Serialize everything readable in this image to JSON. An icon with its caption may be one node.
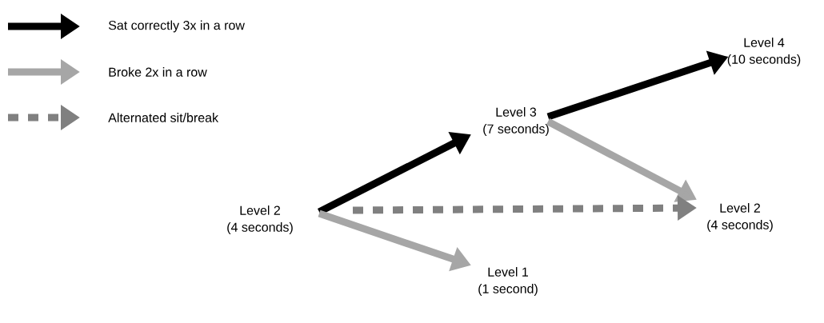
{
  "diagram": {
    "nodes": [
      {
        "text": [
          "Level 2",
          "(4 seconds)"
        ]
      },
      {
        "text": [
          "Level 3",
          "(7 seconds)"
        ]
      },
      {
        "text": [
          "Level 4",
          "(10 seconds)"
        ]
      },
      {
        "text": [
          "Level 2",
          "(4 seconds)"
        ]
      },
      {
        "text": [
          "Level 1",
          "(1 second)"
        ]
      }
    ],
    "edges": [
      {
        "from": 0,
        "to": 1,
        "arrow": "to",
        "color": "#000000"
      },
      {
        "from": 1,
        "to": 2,
        "arrow": "to",
        "color": "#000000"
      },
      {
        "from": 1,
        "to": 3,
        "arrow": "to",
        "color": "#a6a6a6"
      },
      {
        "from": 0,
        "to": 3,
        "arrow": "to",
        "style": "dashed",
        "color": "#808080"
      },
      {
        "from": 0,
        "to": 4,
        "arrow": "to",
        "color": "#a6a6a6"
      }
    ],
    "legend": [
      {
        "text": "Sat correctly 3x in a row",
        "color": "#000000"
      },
      {
        "text": "Broke 2x in a row",
        "color": "#a6a6a6"
      },
      {
        "text": "Alternated sit/break",
        "color": "#808080"
      }
    ]
  }
}
